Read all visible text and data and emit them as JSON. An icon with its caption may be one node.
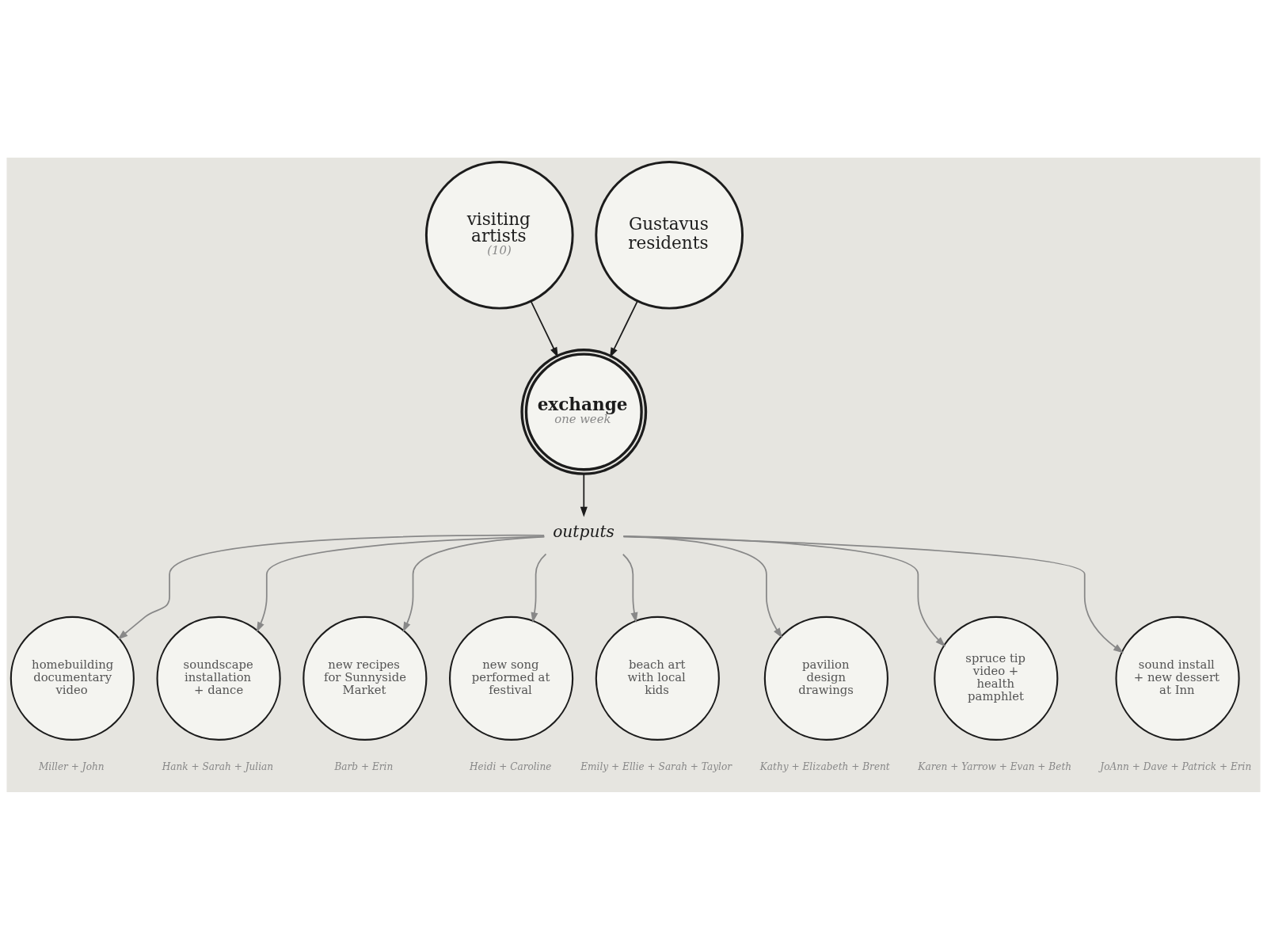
{
  "diagram": {
    "nodes": [
      {
        "text": [
          "visiting artists",
          "(10)"
        ]
      },
      {
        "text": [
          "Gustavus residents"
        ]
      },
      {
        "text": [
          "exchange",
          "one week"
        ]
      },
      {
        "text": [
          "outputs"
        ]
      },
      {
        "text": [
          "homebuilding documentary video"
        ],
        "beside": [
          "Miller + John"
        ]
      },
      {
        "text": [
          "soundscape installation + dance"
        ],
        "beside": [
          "Hank + Sarah + Julian"
        ]
      },
      {
        "text": [
          "new recipes for Sunnyside Market"
        ],
        "beside": [
          "Barb + Erin"
        ]
      },
      {
        "text": [
          "new song performed at festival"
        ],
        "beside": [
          "Heidi + Caroline"
        ]
      },
      {
        "text": [
          "beach art with local kids"
        ],
        "beside": [
          "Emily + Ellie + Sarah + Taylor"
        ]
      },
      {
        "text": [
          "pavilion design drawings"
        ],
        "beside": [
          "Kathy + Elizabeth + Brent"
        ]
      },
      {
        "text": [
          "spruce tip video + health pamphlet"
        ],
        "beside": [
          "Karen + Yarrow + Evan + Beth"
        ]
      },
      {
        "text": [
          "sound install + new dessert at Inn"
        ],
        "beside": [
          "JoAnn + Dave + Patrick + Erin"
        ]
      }
    ],
    "edges": [
      {
        "from": 0,
        "to": 2,
        "arrow": "to",
        "color": "#1c1c1c"
      },
      {
        "from": 1,
        "to": 2,
        "arrow": "to",
        "color": "#1c1c1c"
      },
      {
        "from": 2,
        "to": 3,
        "arrow": "to",
        "color": "#1c1c1c"
      },
      {
        "from": 3,
        "to": 4,
        "arrow": "to",
        "color": "#888888"
      },
      {
        "from": 3,
        "to": 5,
        "arrow": "to",
        "color": "#888888"
      },
      {
        "from": 3,
        "to": 6,
        "arrow": "to",
        "color": "#888888"
      },
      {
        "from": 3,
        "to": 7,
        "arrow": "to",
        "color": "#888888"
      },
      {
        "from": 3,
        "to": 8,
        "arrow": "to",
        "color": "#888888"
      },
      {
        "from": 3,
        "to": 9,
        "arrow": "to",
        "color": "#888888"
      },
      {
        "from": 3,
        "to": 10,
        "arrow": "to",
        "color": "#888888"
      },
      {
        "from": 3,
        "to": 11,
        "arrow": "to",
        "color": "#888888"
      }
    ]
  }
}
